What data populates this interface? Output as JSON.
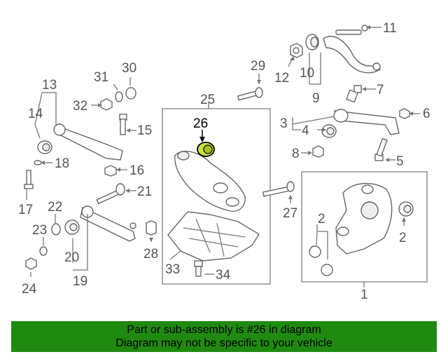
{
  "callouts": {
    "c1": "1",
    "c2a": "2",
    "c2b": "2",
    "c3": "3",
    "c4": "4",
    "c5": "5",
    "c6": "6",
    "c7": "7",
    "c8": "8",
    "c9": "9",
    "c10": "10",
    "c11": "11",
    "c12": "12",
    "c13": "13",
    "c14": "14",
    "c15": "15",
    "c16": "16",
    "c17": "17",
    "c18": "18",
    "c19": "19",
    "c20": "20",
    "c21": "21",
    "c22": "22",
    "c23": "23",
    "c24": "24",
    "c25": "25",
    "c26": "26",
    "c27": "27",
    "c28": "28",
    "c29": "29",
    "c30": "30",
    "c31": "31",
    "c32": "32",
    "c33": "33",
    "c34": "34"
  },
  "banner": {
    "line1": "Part or sub-assembly is #26 in diagram",
    "line2": "Diagram may not be specific to your vehicle",
    "color": "#1f8a0f"
  },
  "highlight": {
    "part": "26",
    "color": "#c9e33a"
  }
}
